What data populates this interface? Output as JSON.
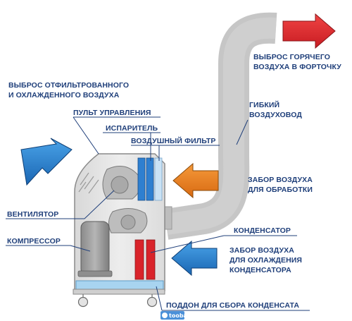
{
  "labels": {
    "hot_air_exhaust": [
      "ВЫБРОС ГОРЯЧЕГО",
      "ВОЗДУХА В ФОРТОЧКУ"
    ],
    "filtered_air_out": [
      "ВЫБРОС ОТФИЛЬТРОВАННОГО",
      "И ОХЛАЖДЕННОГО ВОЗДУХА"
    ],
    "control_panel": "ПУЛЬТ УПРАВЛЕНИЯ",
    "evaporator": "ИСПАРИТЕЛЬ",
    "air_filter": "ВОЗДУШНЫЙ ФИЛЬТР",
    "flexible_duct": [
      "ГИБКИЙ",
      "ВОЗДУХОВОД"
    ],
    "intake_processing": [
      "ЗАБОР ВОЗДУХА",
      "ДЛЯ ОБРАБОТКИ"
    ],
    "fan": "ВЕНТИЛЯТОР",
    "compressor": "КОМПРЕССОР",
    "condenser": "КОНДЕНСАТОР",
    "intake_condenser": [
      "ЗАБОР ВОЗДУХА",
      "ДЛЯ ОХЛАЖДЕНИЯ",
      "КОНДЕНСАТОРА"
    ],
    "condensate_tray": "ПОДДОН ДЛЯ СБОРА КОНДЕНСАТА"
  },
  "watermark": {
    "text": "tooba",
    "icon": "watermark-logo-icon"
  },
  "colors": {
    "label_text": "#1f3f7a",
    "hot_arrow": "#e8252a",
    "cold_arrow": "#1e78c8",
    "intake_arrow_orange": "#e87a1e",
    "duct_gray": "#c9c9c9",
    "evaporator_blue": "#2e7fd0",
    "condenser_red": "#d9232a",
    "unit_body": "#e6e6e6",
    "tray_blue": "#a8d4f0"
  }
}
